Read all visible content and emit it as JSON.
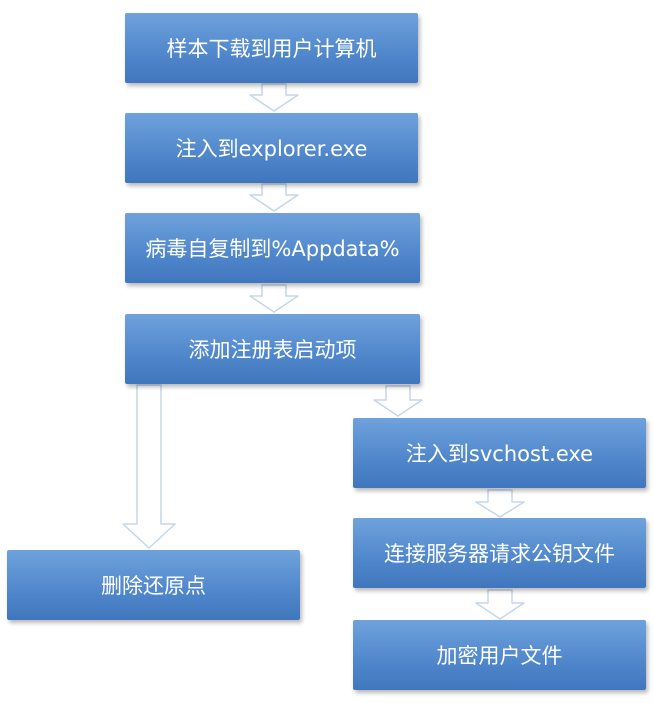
{
  "colors": {
    "box_fill": "#5289cd",
    "box_text": "#ffffff",
    "arrow_fill": "#ffffff",
    "arrow_stroke": "#c6d6ea"
  },
  "steps": [
    {
      "label": "样本下载到用户计算机"
    },
    {
      "label": "注入到explorer.exe"
    },
    {
      "label": "病毒自复制到%Appdata%"
    },
    {
      "label": "添加注册表启动项"
    },
    {
      "label": "注入到svchost.exe"
    },
    {
      "label": "连接服务器请求公钥文件"
    },
    {
      "label": "加密用户文件"
    },
    {
      "label": "删除还原点"
    }
  ]
}
